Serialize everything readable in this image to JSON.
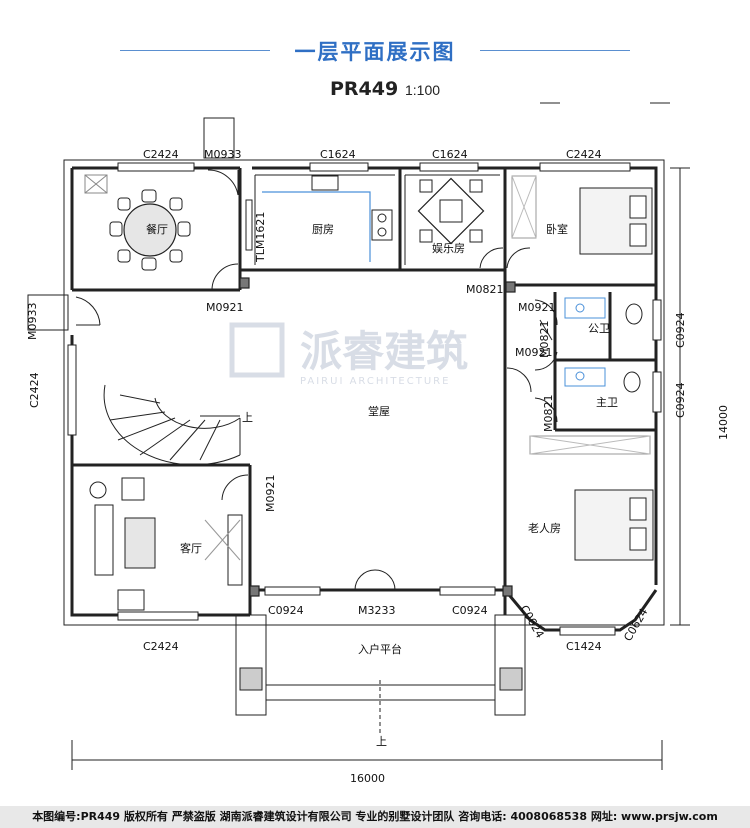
{
  "header": {
    "title": "一层平面展示图",
    "code": "PR449",
    "scale": "1:100"
  },
  "rooms": {
    "dining": "餐厅",
    "kitchen": "厨房",
    "entertainment": "娱乐房",
    "bedroom": "卧室",
    "public_bath": "公卫",
    "master_bath": "主卫",
    "hall": "堂屋",
    "living": "客厅",
    "elder_room": "老人房",
    "entry_platform": "入户平台"
  },
  "labels": {
    "c2424_top_left": "C2424",
    "m0933_top": "M0933",
    "c1624_a": "C1624",
    "c1624_b": "C1624",
    "c2424_top_right": "C2424",
    "tlm1621": "TLM1621",
    "m0921_dining": "M0921",
    "m0821_ent": "M0821",
    "m0921_pub": "M0921",
    "m0821_pub": "M0821",
    "m0921_master": "M0921",
    "m0821_master": "M0821",
    "c0924_pub": "C0924",
    "c0924_master": "C0924",
    "m0933_left": "M0933",
    "c2424_left": "C2424",
    "m0921_living": "M0921",
    "c0924_left": "C0924",
    "m3233": "M3233",
    "c0924_right": "C0924",
    "c0624_left": "C0624",
    "c1424": "C1424",
    "c0624_right": "C0624",
    "c2424_bottom": "C2424",
    "stair_up": "上",
    "entry_up": "上"
  },
  "dimensions": {
    "width": "16000",
    "height": "14000"
  },
  "watermark": {
    "cn": "派睿建筑",
    "en": "PAIRUI ARCHITECTURE"
  },
  "footer": {
    "text": "本图编号:PR449 版权所有 严禁盗版 湖南派睿建筑设计有限公司 专业的别墅设计团队 咨询电话: 4008068538 网址: www.prsjw.com"
  },
  "colors": {
    "title": "#2f6fc4",
    "wall": "#222222",
    "fixture": "#4a90d9",
    "watermark": "#d8dde6"
  }
}
